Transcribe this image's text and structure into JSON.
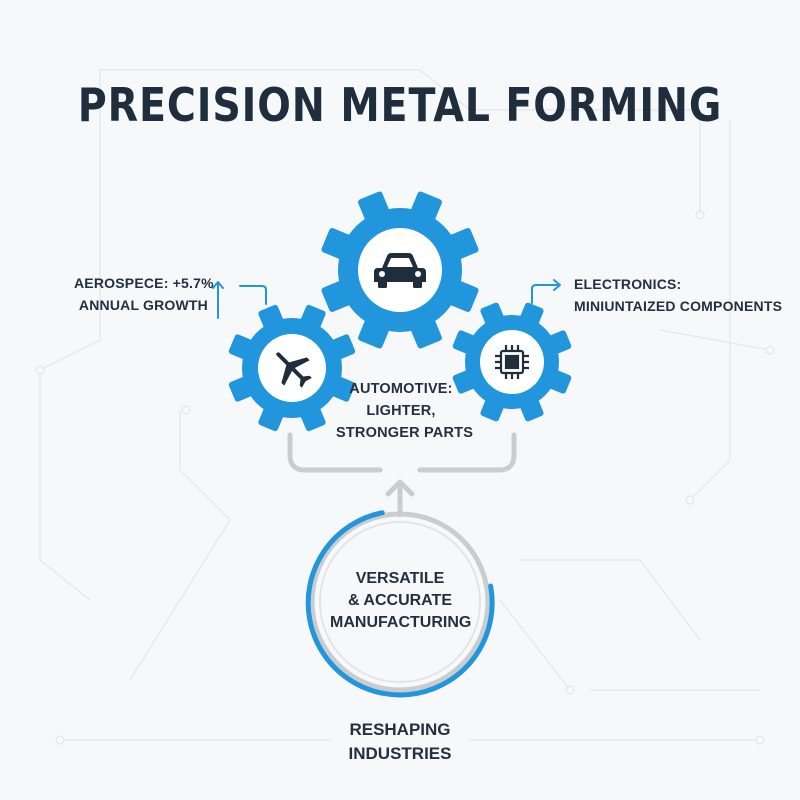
{
  "title": "PRECISION METAL FORMING",
  "colors": {
    "accent": "#2196dc",
    "dark": "#1f2d3d",
    "connector": "#c9cdd2",
    "background": "#f7f8fa"
  },
  "gears": [
    {
      "id": "aerospace",
      "icon": "airplane-icon"
    },
    {
      "id": "automotive",
      "icon": "car-icon"
    },
    {
      "id": "electronics",
      "icon": "microchip-icon"
    }
  ],
  "labels": {
    "aerospace": {
      "line1": "AEROSPECE: +5.7%",
      "line2": "ANNUAL GROWTH"
    },
    "electronics": {
      "line1": "ELECTRONICS:",
      "line2": "MINIUNTAIZED COMPONENTS"
    },
    "automotive": {
      "line1": "AUTOMOTIVE:",
      "line2": "LIGHTER,",
      "line3": "STRONGER PARTS"
    }
  },
  "center": {
    "line1": "VERSATILE",
    "line2": "& ACCURATE",
    "line3": "MANUFACTURING"
  },
  "footer": {
    "line1": "RESHAPING",
    "line2": "INDUSTRIES"
  }
}
